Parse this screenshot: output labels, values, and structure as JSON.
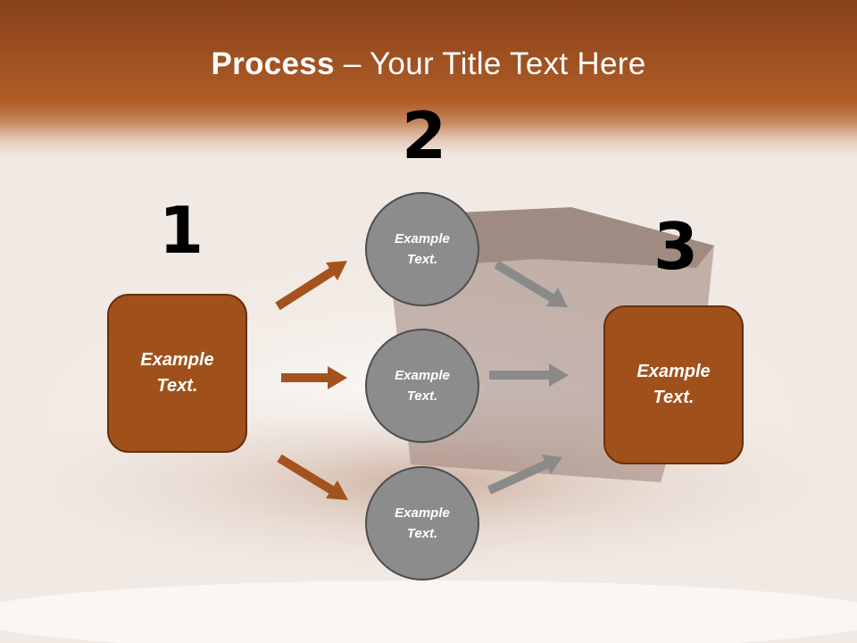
{
  "slide": {
    "title_bold": "Process",
    "title_rest": " – Your Title Text Here"
  },
  "steps": [
    {
      "number": "1",
      "label": "Example Text."
    },
    {
      "number": "2",
      "items": [
        {
          "label": "Example Text."
        },
        {
          "label": "Example Text."
        },
        {
          "label": "Example Text."
        }
      ]
    },
    {
      "number": "3",
      "label": "Example Text."
    }
  ],
  "colors": {
    "header_brown": "#a0511b",
    "box_fill": "#a0511b",
    "circle_fill": "#8c8c8c",
    "arrow_brown": "#a4521e",
    "arrow_gray": "#8a8a8a"
  }
}
